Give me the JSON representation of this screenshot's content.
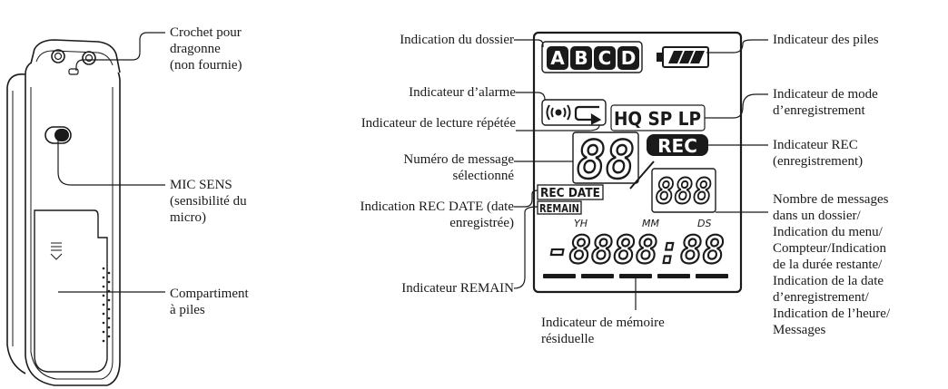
{
  "device_labels": {
    "strap_hook": "Crochet pour\ndragonne\n(non fournie)",
    "mic_sens": "MIC SENS\n(sensibilité du\nmicro)",
    "battery_compartment": "Compartiment\nà piles"
  },
  "display_labels": {
    "folder": "Indication du dossier",
    "alarm": "Indicateur d’alarme",
    "repeat": "Indicateur de lecture répétée",
    "message_number": "Numéro de message\nsélectionné",
    "rec_date": "Indication REC DATE (date\nenregistrée)",
    "remain": "Indicateur REMAIN",
    "battery": "Indicateur des piles",
    "rec_mode": "Indicateur de mode\nd’enregistrement",
    "rec_indicator": "Indicateur REC\n(enregistrement)",
    "messages_info": "Nombre de messages\ndans un dossier/\nIndication du menu/\nCompteur/Indication\nde la durée restante/\nIndication de la date\nd’enregistrement/\nIndication de l’heure/\nMessages",
    "memory": "Indicateur de mémoire\nrésiduelle"
  },
  "lcd": {
    "folders": [
      "A",
      "B",
      "C",
      "D"
    ],
    "modes": "HQ SP LP",
    "rec": "REC",
    "big_digits": "88",
    "rec_date_text": "REC DATE",
    "remain_text": "REMAIN",
    "small_digits": "888",
    "yh": "YH",
    "mm": "MM",
    "ds": "DS",
    "clock_digits": "-8888:88"
  },
  "colors": {
    "ink": "#1a1a1a",
    "panel_fill": "#ffffff",
    "segment_fill": "#1a1a1a"
  }
}
